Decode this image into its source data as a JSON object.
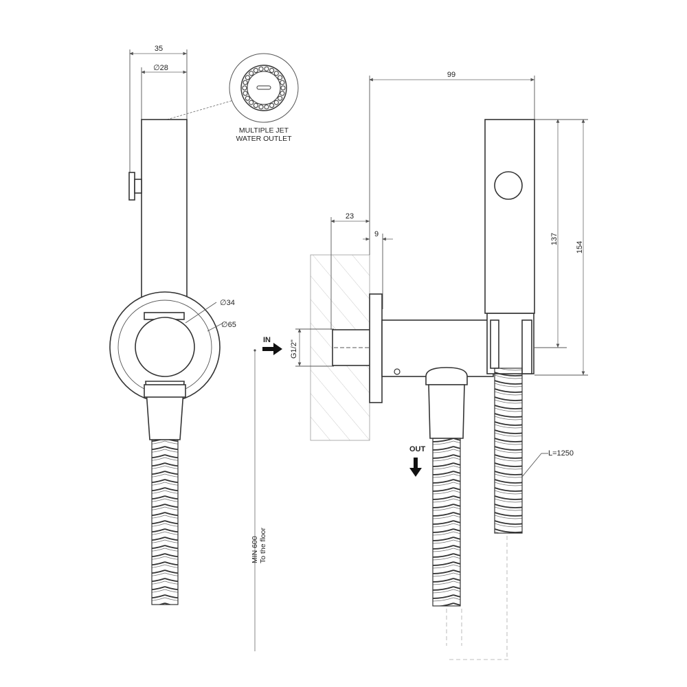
{
  "front_view": {
    "dim_width": "35",
    "dim_diameter_head": "28",
    "dim_diameter_inner": "34",
    "dim_diameter_outer": "65",
    "dia_symbol": "∅"
  },
  "outlet_detail": {
    "label_line1": "MULTIPLE JET",
    "label_line2": "WATER OUTLET"
  },
  "side_view": {
    "dim_overall_depth": "99",
    "dim_wall_offset": "23",
    "dim_flange": "9",
    "dim_hose_height": "137",
    "dim_total_height": "154",
    "thread_label": "G1/2\"",
    "in_label": "IN",
    "out_label": "OUT",
    "hose_length_label": "L=1250"
  },
  "floor_note": {
    "line1": "MIN 600",
    "line2": "To the floor"
  }
}
